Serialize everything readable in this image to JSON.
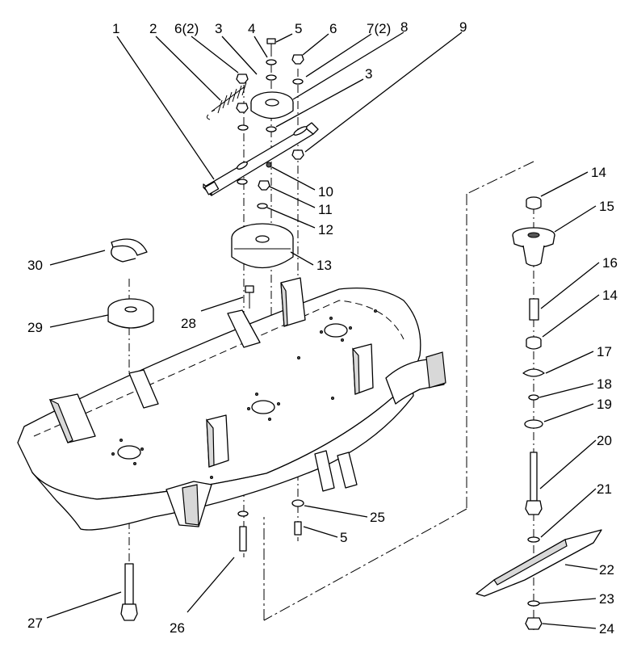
{
  "callouts": [
    {
      "id": "c1",
      "text": "1"
    },
    {
      "id": "c2",
      "text": "2"
    },
    {
      "id": "c3",
      "text": "6(2)"
    },
    {
      "id": "c4",
      "text": "3"
    },
    {
      "id": "c5",
      "text": "4"
    },
    {
      "id": "c6",
      "text": "5"
    },
    {
      "id": "c7",
      "text": "6"
    },
    {
      "id": "c8",
      "text": "7(2)"
    },
    {
      "id": "c9",
      "text": "8"
    },
    {
      "id": "c10",
      "text": "9"
    },
    {
      "id": "c11",
      "text": "3"
    },
    {
      "id": "c12",
      "text": "10"
    },
    {
      "id": "c13",
      "text": "11"
    },
    {
      "id": "c14",
      "text": "12"
    },
    {
      "id": "c15",
      "text": "13"
    },
    {
      "id": "c16",
      "text": "30"
    },
    {
      "id": "c17",
      "text": "29"
    },
    {
      "id": "c18",
      "text": "28"
    },
    {
      "id": "c19",
      "text": "14"
    },
    {
      "id": "c20",
      "text": "15"
    },
    {
      "id": "c21",
      "text": "16"
    },
    {
      "id": "c22",
      "text": "14"
    },
    {
      "id": "c23",
      "text": "17"
    },
    {
      "id": "c24",
      "text": "18"
    },
    {
      "id": "c25",
      "text": "19"
    },
    {
      "id": "c26",
      "text": "20"
    },
    {
      "id": "c27",
      "text": "21"
    },
    {
      "id": "c28",
      "text": "22"
    },
    {
      "id": "c29",
      "text": "23"
    },
    {
      "id": "c30",
      "text": "24"
    },
    {
      "id": "c31",
      "text": "25"
    },
    {
      "id": "c32",
      "text": "5"
    },
    {
      "id": "c33",
      "text": "26"
    },
    {
      "id": "c34",
      "text": "27"
    }
  ]
}
